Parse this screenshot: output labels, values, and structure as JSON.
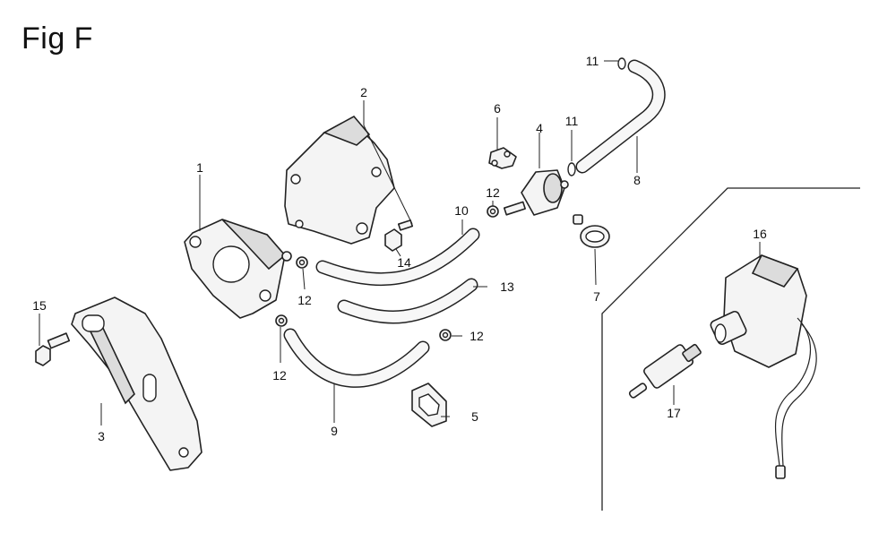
{
  "figure": {
    "title": "Fig F"
  },
  "callouts": {
    "c1": "1",
    "c2": "2",
    "c3": "3",
    "c4": "4",
    "c5": "5",
    "c6": "6",
    "c7": "7",
    "c8": "8",
    "c9": "9",
    "c10": "10",
    "c11a": "11",
    "c11b": "11",
    "c12a": "12",
    "c12b": "12",
    "c12c": "12",
    "c12d": "12",
    "c13": "13",
    "c14": "14",
    "c15": "15",
    "c16": "16",
    "c17": "17"
  }
}
